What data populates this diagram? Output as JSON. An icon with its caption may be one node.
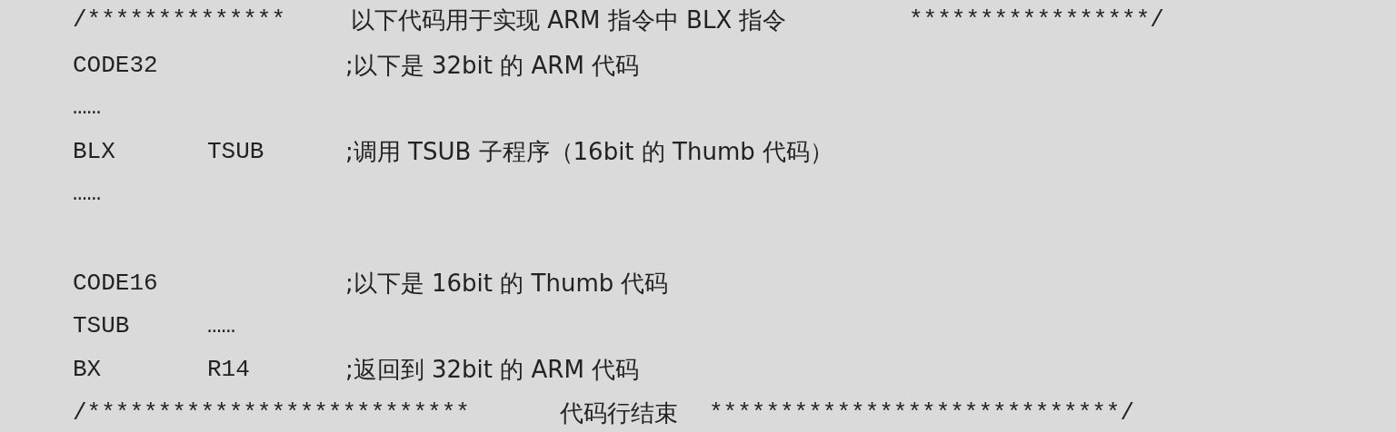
{
  "diagram": {
    "labels": [
      "/**************",
      "以下代码用于实现 ARM 指令中 BLX 指令",
      "*****************/",
      "CODE32",
      ";以下是 32bit 的 ARM 代码",
      "……",
      "BLX",
      "TSUB",
      ";调用 TSUB 子程序（16bit 的 Thumb 代码）",
      "……",
      "CODE16",
      ";以下是 16bit 的 Thumb 代码",
      "TSUB",
      "……",
      "BX",
      "R14",
      ";返回到 32bit 的 ARM 代码",
      "/***************************",
      "代码行结束",
      "*****************************/"
    ]
  }
}
